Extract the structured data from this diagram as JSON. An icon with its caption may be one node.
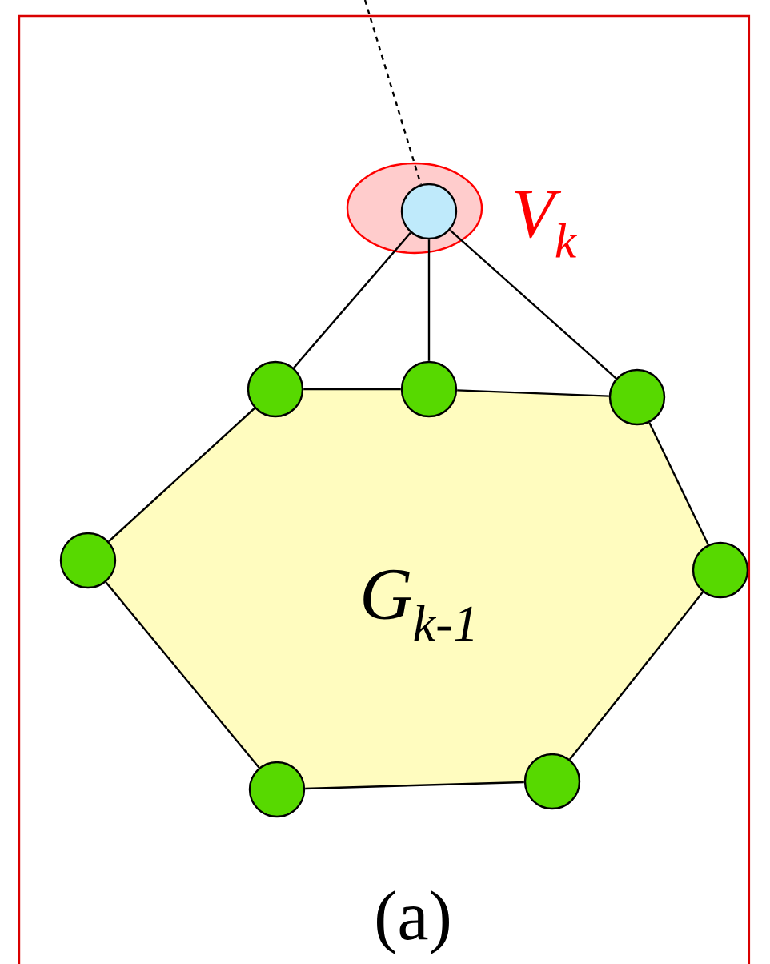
{
  "diagram": {
    "caption": "(a)",
    "nodes": [
      {
        "text": [],
        "shape": "circle",
        "beside": [
          "V$_{k}$"
        ]
      },
      {
        "text": [],
        "shape": "circle"
      },
      {
        "text": [],
        "shape": "circle"
      },
      {
        "text": [],
        "shape": "circle"
      },
      {
        "text": [],
        "shape": "circle"
      },
      {
        "text": [],
        "shape": "circle"
      },
      {
        "text": [],
        "shape": "circle"
      },
      {
        "text": [],
        "shape": "circle"
      },
      {
        "text": [
          "G$_{k-1}$"
        ]
      }
    ],
    "edges": [
      {
        "from": null,
        "to": 0,
        "arrow": "none",
        "style": "dashed"
      },
      {
        "from": 0,
        "to": 1,
        "arrow": "none"
      },
      {
        "from": 0,
        "to": 2,
        "arrow": "none"
      },
      {
        "from": 0,
        "to": 3,
        "arrow": "none"
      },
      {
        "from": 1,
        "to": 2,
        "arrow": "none"
      },
      {
        "from": 2,
        "to": 3,
        "arrow": "none"
      },
      {
        "from": 3,
        "to": 5,
        "arrow": "none"
      },
      {
        "from": 5,
        "to": 7,
        "arrow": "none"
      },
      {
        "from": 7,
        "to": 6,
        "arrow": "none"
      },
      {
        "from": 6,
        "to": 4,
        "arrow": "none"
      },
      {
        "from": 4,
        "to": 1,
        "arrow": "none"
      }
    ]
  }
}
